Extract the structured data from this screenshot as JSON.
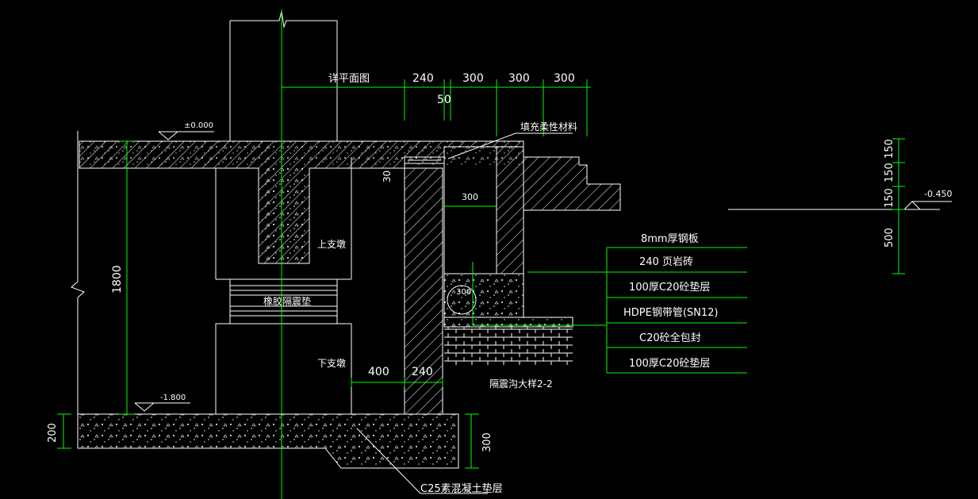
{
  "plan_label": "详平面图",
  "top_dims": [
    "240",
    "300",
    "300",
    "300"
  ],
  "dim_50": "50",
  "dim_30": "30",
  "dim_300_mid": "300",
  "dim_1800": "1800",
  "dim_400": "400",
  "dim_240_bottom": "240",
  "dim_200": "200",
  "dim_300_base": "300",
  "pipe_300": "300",
  "elev_top": "±0.000",
  "elev_bottom": "-1.800",
  "elev_right": "-0.450",
  "right_dims": [
    "150",
    "150",
    "150",
    "500"
  ],
  "label_fill": "填充柔性材料",
  "label_upper": "上支墩",
  "label_bearing": "橡胶隔震垫",
  "label_lower": "下支墩",
  "label_detail": "隔震沟大样2-2",
  "label_base": "C25素混凝土垫层",
  "legend": [
    "8mm厚钢板",
    "240 页岩砖",
    "100厚C20砼垫层",
    "HDPE钢带管(SN12)",
    "C20砼全包封",
    "100厚C20砼垫层"
  ],
  "colors": {
    "line": "#ffffff",
    "dim": "#00ff00",
    "background": "#000000"
  }
}
